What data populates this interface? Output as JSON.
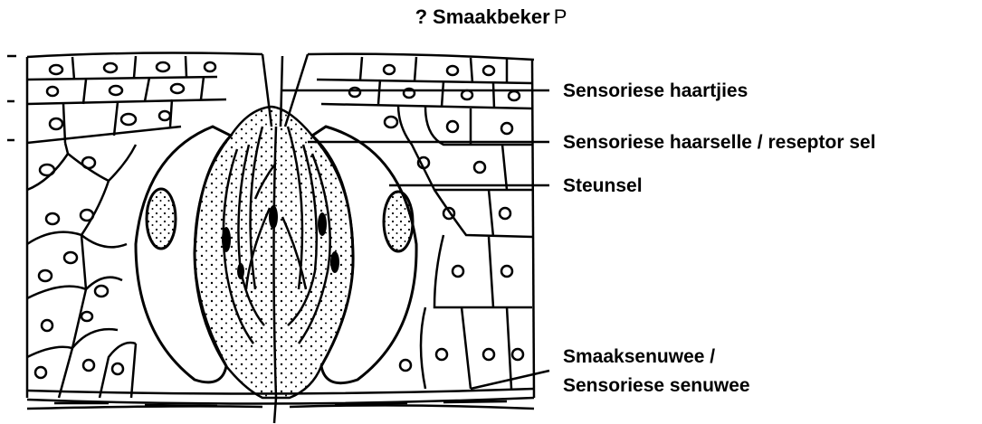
{
  "title": {
    "prefix": "?",
    "text": "Smaakbeker",
    "suffix": "P"
  },
  "labels": {
    "hairs": "Sensoriese haartjies",
    "hair_cells": "Sensoriese haarselle / reseptor sel",
    "support_cell": "Steunsel",
    "nerve_line1": "Smaaksenuwee /",
    "nerve_line2": "Sensoriese senuwee"
  }
}
